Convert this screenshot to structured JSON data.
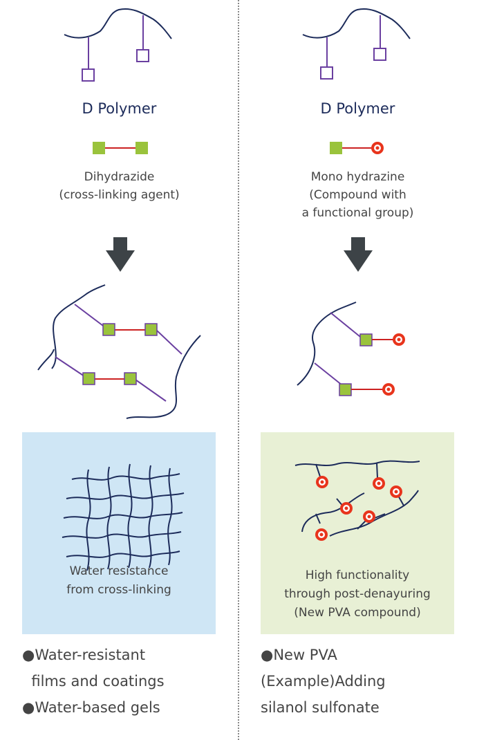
{
  "left": {
    "title": "D Polymer",
    "agent_lines": [
      "Dihydrazide",
      "(cross-linking agent)"
    ],
    "panel_lines": [
      "Water resistance",
      "from cross-linking"
    ],
    "bullet_lines": [
      "●Water-resistant",
      "  films and coatings",
      "●Water-based gels"
    ]
  },
  "right": {
    "title": "D Polymer",
    "agent_lines": [
      "Mono hydrazine",
      "(Compound with",
      "a functional group)"
    ],
    "panel_lines": [
      "High functionality",
      "through post-denayuring",
      "(New PVA compound)"
    ],
    "bullet_lines": [
      "●New PVA",
      "(Example)Adding",
      "silanol sulfonate"
    ]
  },
  "colors": {
    "polymer_chain": "#1c2b5a",
    "pendant_line": "#6a3fa0",
    "hydrazide_square": "#9ac33c",
    "linker_line": "#cc2222",
    "functional_group": "#e8341c",
    "arrow": "#3d4347",
    "panel_left_bg": "#cfe6f5",
    "panel_right_bg": "#e8f0d5"
  }
}
